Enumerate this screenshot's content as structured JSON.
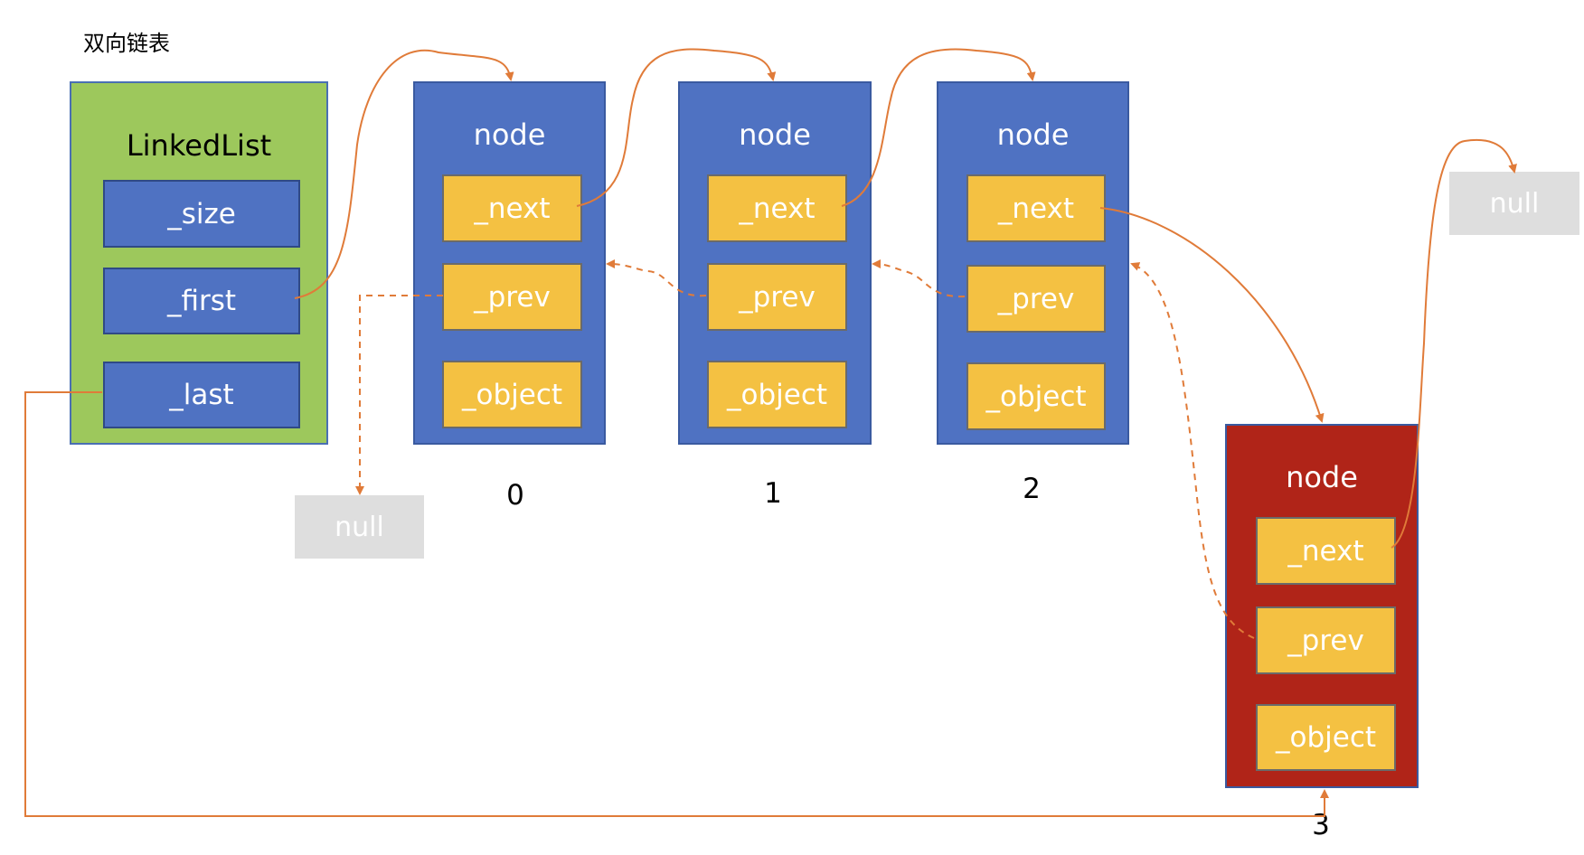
{
  "title": "双向链表",
  "linked_list": {
    "label": "LinkedList",
    "fields": [
      "_size",
      "_first",
      "_last"
    ]
  },
  "nodes": [
    {
      "label": "node",
      "index": "0",
      "fields": [
        "_next",
        "_prev",
        "_object"
      ]
    },
    {
      "label": "node",
      "index": "1",
      "fields": [
        "_next",
        "_prev",
        "_object"
      ]
    },
    {
      "label": "node",
      "index": "2",
      "fields": [
        "_next",
        "_prev",
        "_object"
      ]
    },
    {
      "label": "node",
      "index": "3",
      "fields": [
        "_next",
        "_prev",
        "_object"
      ]
    }
  ],
  "null_labels": [
    "null",
    "null"
  ],
  "colors": {
    "linked_list": "#9dc85c",
    "node": "#4f72c2",
    "last_node": "#b02418",
    "field": "#f4c142",
    "arrow": "#e07b39",
    "null": "#dedede"
  }
}
